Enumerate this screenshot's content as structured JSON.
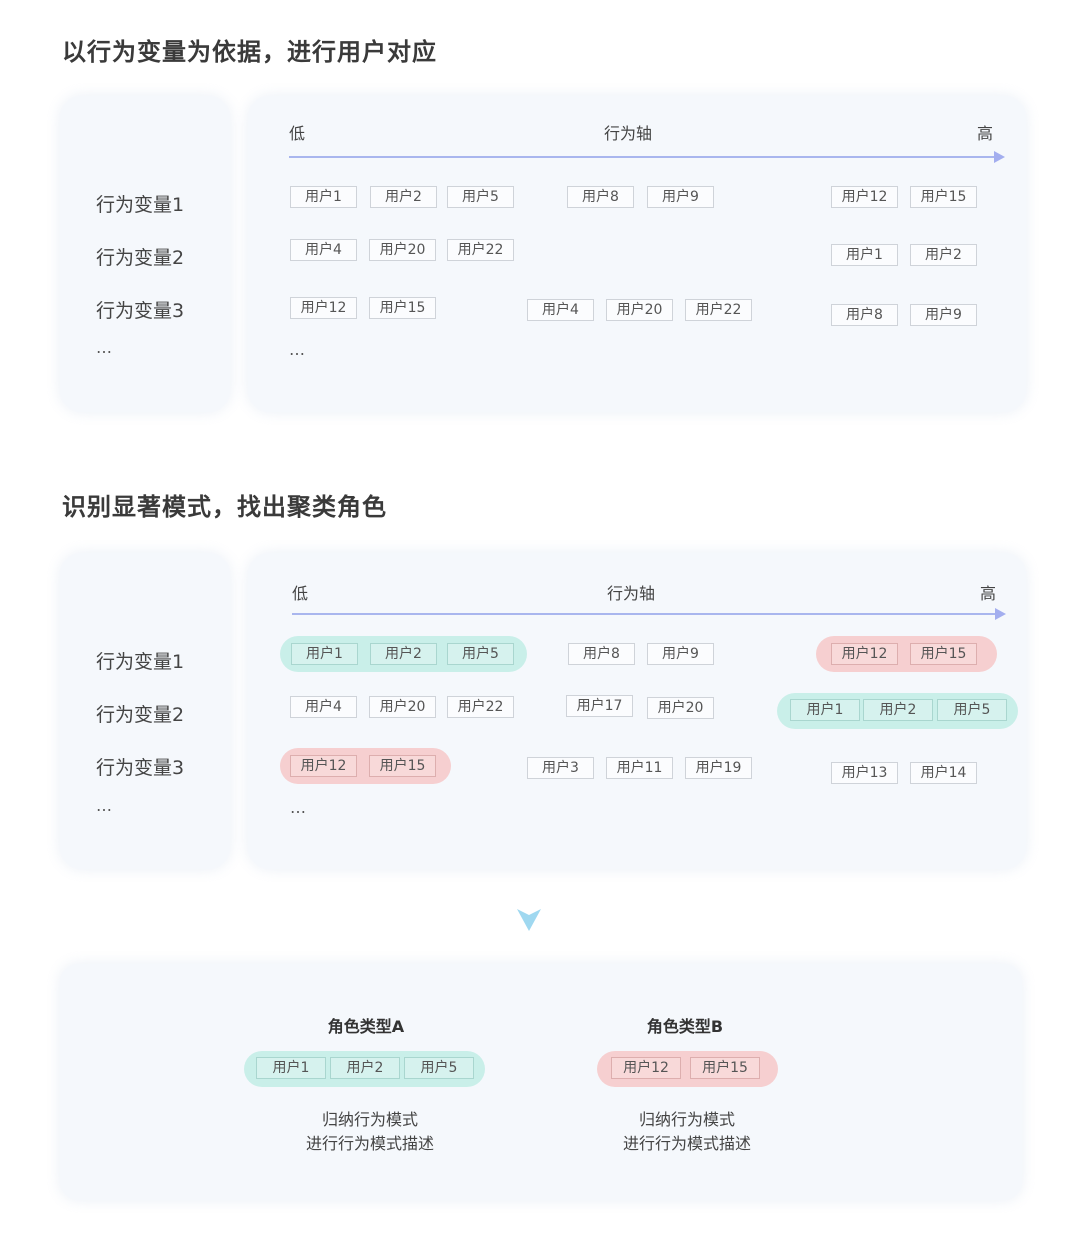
{
  "section1": {
    "title": "以行为变量为依据，进行用户对应",
    "variables": [
      "行为变量1",
      "行为变量2",
      "行为变量3",
      "…"
    ],
    "axis": {
      "low": "低",
      "name": "行为轴",
      "high": "高"
    },
    "rows": [
      [
        "用户1",
        "用户2",
        "用户5",
        "用户8",
        "用户9",
        "用户12",
        "用户15"
      ],
      [
        "用户4",
        "用户20",
        "用户22",
        "用户1",
        "用户2"
      ],
      [
        "用户12",
        "用户15",
        "用户4",
        "用户20",
        "用户22",
        "用户8",
        "用户9"
      ]
    ],
    "ellipsis": "…"
  },
  "section2": {
    "title": "识别显著模式，找出聚类角色",
    "variables": [
      "行为变量1",
      "行为变量2",
      "行为变量3",
      "…"
    ],
    "axis": {
      "low": "低",
      "name": "行为轴",
      "high": "高"
    },
    "rows": [
      [
        "用户1",
        "用户2",
        "用户5",
        "用户8",
        "用户9",
        "用户12",
        "用户15"
      ],
      [
        "用户4",
        "用户20",
        "用户22",
        "用户17",
        "用户20",
        "用户1",
        "用户2",
        "用户5"
      ],
      [
        "用户12",
        "用户15",
        "用户3",
        "用户11",
        "用户19",
        "用户13",
        "用户14"
      ]
    ],
    "ellipsis": "…"
  },
  "roles": [
    {
      "title": "角色类型A",
      "users": [
        "用户1",
        "用户2",
        "用户5"
      ],
      "desc_line1": "归纳行为模式",
      "desc_line2": "进行行为模式描述",
      "color": "#c9efe9"
    },
    {
      "title": "角色类型B",
      "users": [
        "用户12",
        "用户15"
      ],
      "desc_line1": "归纳行为模式",
      "desc_line2": "进行行为模式描述",
      "color": "#f6cfd0"
    }
  ],
  "colors": {
    "axis": "#a9b6ee",
    "teal_group": "#c9efe9",
    "pink_group": "#f6cfd0",
    "arrow": "#9fd8f0"
  }
}
